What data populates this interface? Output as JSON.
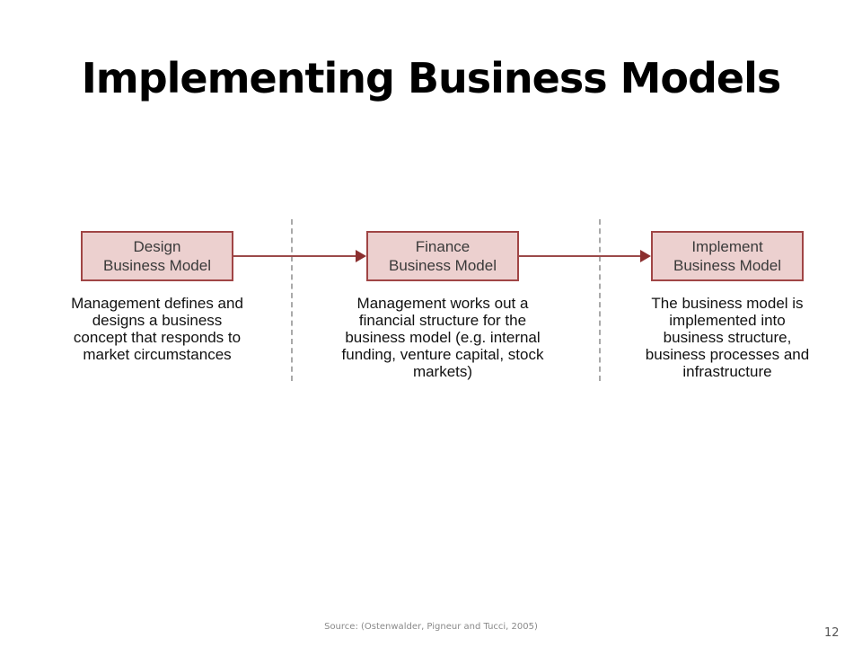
{
  "slide": {
    "title": "Implementing Business Models",
    "source": "Source: (Ostenwalder, Pigneur and  Tucci, 2005)",
    "page_number": "12"
  },
  "stages": [
    {
      "title_lines": [
        "Design",
        "Business Model"
      ],
      "description_lines": [
        "Management defines and",
        "designs a business",
        "concept that responds to",
        "market circumstances"
      ]
    },
    {
      "title_lines": [
        "Finance",
        "Business Model"
      ],
      "description_lines": [
        "Management works out a",
        "financial structure for the",
        "business model (e.g. internal",
        "funding, venture capital, stock",
        "markets)"
      ]
    },
    {
      "title_lines": [
        "Implement",
        "Business Model"
      ],
      "description_lines": [
        "The business model is",
        "implemented into",
        "business structure,",
        "business processes and",
        "infrastructure"
      ]
    }
  ],
  "colors": {
    "box_fill": "#ecd0cf",
    "box_border": "#a04545",
    "arrow": "#9b4a4a",
    "divider": "#a9a9a9"
  }
}
